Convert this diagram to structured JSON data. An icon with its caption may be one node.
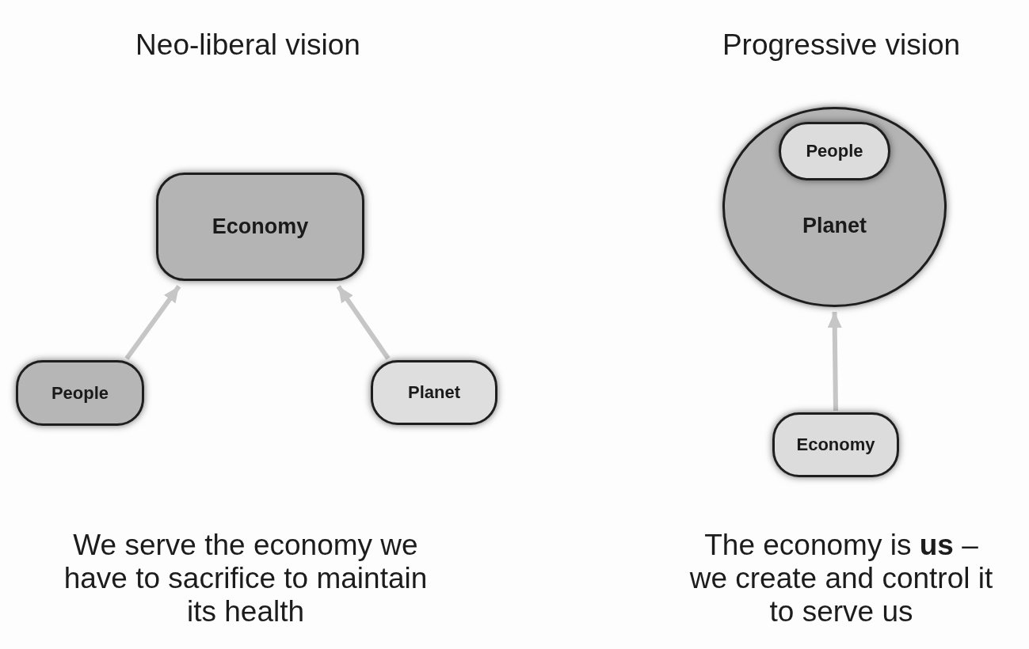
{
  "diagram": {
    "nodes": [
      {
        "text": [
          "Economy"
        ]
      },
      {
        "text": [
          "People"
        ]
      },
      {
        "text": [
          "Planet"
        ]
      },
      {
        "text": [
          "Planet"
        ]
      },
      {
        "text": [
          "People"
        ],
        "in": 3
      },
      {
        "text": [
          "Economy"
        ]
      }
    ],
    "edges": [
      {
        "from": 1,
        "to": 0,
        "arrow": "to"
      },
      {
        "from": 2,
        "to": 0,
        "arrow": "to"
      },
      {
        "from": 5,
        "to": 3,
        "arrow": "to"
      }
    ],
    "labels": [
      "Neo-liberal vision",
      "Progressive vision",
      "We serve the economy we have to sacrifice to maintain its health",
      "The economy is **us** – we create and control it to serve us"
    ]
  }
}
